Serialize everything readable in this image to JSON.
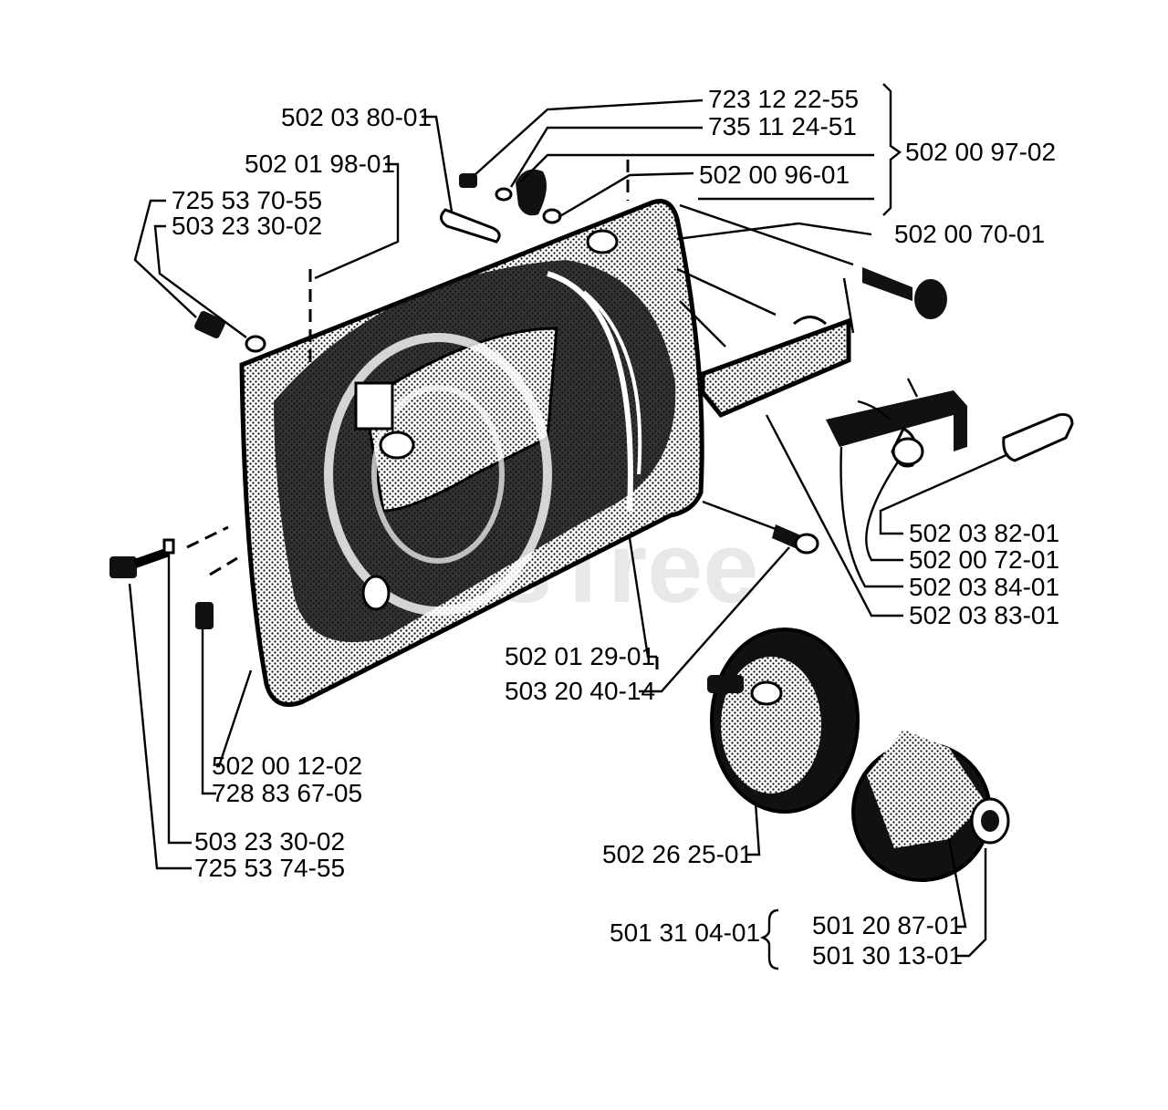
{
  "watermark": "PartsTree",
  "labels": {
    "p_502_03_80_01": "502 03 80-01",
    "p_723_12_22_55": "723 12 22-55",
    "p_735_11_24_51": "735 11 24-51",
    "p_502_00_97_02": "502 00 97-02",
    "p_502_00_96_01": "502 00 96-01",
    "p_502_01_98_01": "502 01 98-01",
    "p_725_53_70_55": "725 53 70-55",
    "p_503_23_30_02_top": "503 23 30-02",
    "p_502_00_70_01": "502 00 70-01",
    "p_502_03_82_01": "502 03 82-01",
    "p_502_00_72_01": "502 00 72-01",
    "p_502_03_84_01": "502 03 84-01",
    "p_502_03_83_01": "502 03 83-01",
    "p_502_01_29_01": "502 01 29-01",
    "p_503_20_40_14": "503 20 40-14",
    "p_502_00_12_02": "502 00 12-02",
    "p_728_83_67_05": "728 83 67-05",
    "p_503_23_30_02_bottom": "503 23 30-02",
    "p_725_53_74_55": "725 53 74-55",
    "p_502_26_25_01": "502 26 25-01",
    "p_501_31_04_01": "501 31 04-01",
    "p_501_20_87_01": "501 20 87-01",
    "p_501_30_13_01": "501 30 13-01"
  }
}
